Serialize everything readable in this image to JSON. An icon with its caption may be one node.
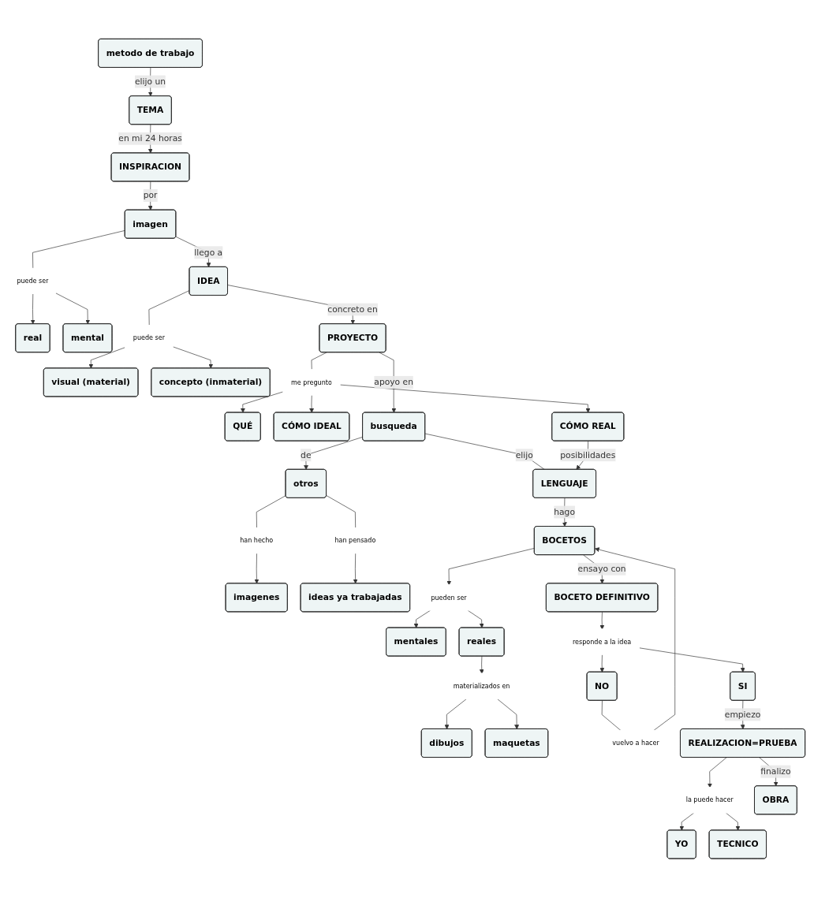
{
  "diagram": {
    "nodes": [
      {
        "text": [
          "metodo de trabajo"
        ]
      },
      {
        "text": [
          "TEMA"
        ]
      },
      {
        "text": [
          "INSPIRACION"
        ]
      },
      {
        "text": [
          "imagen"
        ]
      },
      {
        "text": [
          "puede ser"
        ]
      },
      {
        "text": [
          "real"
        ]
      },
      {
        "text": [
          "mental"
        ]
      },
      {
        "text": [
          "IDEA"
        ]
      },
      {
        "text": [
          "puede ser"
        ]
      },
      {
        "text": [
          "visual (material)"
        ]
      },
      {
        "text": [
          "concepto (inmaterial)"
        ]
      },
      {
        "text": [
          "PROYECTO"
        ]
      },
      {
        "text": [
          "me pregunto"
        ]
      },
      {
        "text": [
          "QUÉ"
        ]
      },
      {
        "text": [
          "CÓMO IDEAL"
        ]
      },
      {
        "text": [
          "CÓMO REAL"
        ]
      },
      {
        "text": [
          "imagenes"
        ]
      },
      {
        "text": [
          "han hecho"
        ]
      },
      {
        "text": [
          "otros"
        ]
      },
      {
        "text": [
          "busqueda"
        ]
      },
      {
        "text": [
          "han pensado"
        ]
      },
      {
        "text": [
          "ideas ya trabajadas"
        ]
      },
      {
        "text": [
          "LENGUAJE"
        ]
      },
      {
        "text": [
          "mentales"
        ]
      },
      {
        "text": [
          "BOCETOS"
        ]
      },
      {
        "text": [
          "pueden ser"
        ]
      },
      {
        "text": [
          "reales"
        ]
      },
      {
        "text": [
          "dibujos"
        ]
      },
      {
        "text": [
          "materializados en"
        ]
      },
      {
        "text": [
          "maquetas"
        ]
      },
      {
        "text": [
          "vuelvo a hacer"
        ]
      },
      {
        "text": [
          "BOCETO DEFINITIVO"
        ]
      },
      {
        "text": [
          "responde a la idea"
        ]
      },
      {
        "text": [
          "NO"
        ]
      },
      {
        "text": [
          "SI"
        ]
      },
      {
        "text": [
          "YO"
        ]
      },
      {
        "text": [
          "REALIZACION=PRUEBA"
        ]
      },
      {
        "text": [
          "la puede hacer"
        ]
      },
      {
        "text": [
          "TECNICO"
        ]
      },
      {
        "text": [
          "OBRA"
        ]
      }
    ],
    "edges": [
      {
        "from": 0,
        "to": 1,
        "arrow": "to",
        "label": "elijo un"
      },
      {
        "from": 1,
        "to": 2,
        "arrow": "to",
        "label": "en mi 24 horas"
      },
      {
        "from": 2,
        "to": 3,
        "arrow": "to",
        "label": "por"
      },
      {
        "from": 3,
        "to": 4,
        "arrow": "none"
      },
      {
        "from": 4,
        "to": 5,
        "arrow": "to"
      },
      {
        "from": 4,
        "to": 6,
        "arrow": "to"
      },
      {
        "from": 3,
        "to": 7,
        "arrow": "to",
        "label": "llego a"
      },
      {
        "from": 7,
        "to": 8,
        "arrow": "none"
      },
      {
        "from": 8,
        "to": 9,
        "arrow": "to"
      },
      {
        "from": 8,
        "to": 10,
        "arrow": "to"
      },
      {
        "from": 7,
        "to": 11,
        "arrow": "to",
        "label": "concreto en"
      },
      {
        "from": 11,
        "to": 12,
        "arrow": "none"
      },
      {
        "from": 12,
        "to": 13,
        "arrow": "to"
      },
      {
        "from": 12,
        "to": 14,
        "arrow": "to"
      },
      {
        "from": 12,
        "to": 15,
        "arrow": "to"
      },
      {
        "from": 11,
        "to": 19,
        "arrow": "to",
        "label": "apoyo en"
      },
      {
        "from": 19,
        "to": 18,
        "arrow": "to",
        "label": "de"
      },
      {
        "from": 18,
        "to": 17,
        "arrow": "none"
      },
      {
        "from": 17,
        "to": 16,
        "arrow": "to"
      },
      {
        "from": 18,
        "to": 20,
        "arrow": "none"
      },
      {
        "from": 20,
        "to": 21,
        "arrow": "to"
      },
      {
        "from": 19,
        "to": 22,
        "arrow": "none",
        "label": "elijo"
      },
      {
        "from": 15,
        "to": 22,
        "arrow": "to",
        "label": "posibilidades"
      },
      {
        "from": 22,
        "to": 24,
        "arrow": "to",
        "label": "hago"
      },
      {
        "from": 24,
        "to": 25,
        "arrow": "to"
      },
      {
        "from": 25,
        "to": 23,
        "arrow": "to"
      },
      {
        "from": 25,
        "to": 26,
        "arrow": "to"
      },
      {
        "from": 26,
        "to": 28,
        "arrow": "to"
      },
      {
        "from": 28,
        "to": 27,
        "arrow": "to"
      },
      {
        "from": 28,
        "to": 29,
        "arrow": "to"
      },
      {
        "from": 24,
        "to": 31,
        "arrow": "to",
        "label": "ensayo con"
      },
      {
        "from": 31,
        "to": 32,
        "arrow": "to"
      },
      {
        "from": 32,
        "to": 33,
        "arrow": "to"
      },
      {
        "from": 32,
        "to": 34,
        "arrow": "to"
      },
      {
        "from": 33,
        "to": 30,
        "arrow": "none"
      },
      {
        "from": 30,
        "to": 24,
        "arrow": "to"
      },
      {
        "from": 34,
        "to": 36,
        "arrow": "to",
        "label": "empiezo"
      },
      {
        "from": 36,
        "to": 37,
        "arrow": "to"
      },
      {
        "from": 37,
        "to": 35,
        "arrow": "to"
      },
      {
        "from": 37,
        "to": 38,
        "arrow": "to"
      },
      {
        "from": 36,
        "to": 39,
        "arrow": "to",
        "label": "finalizo"
      }
    ]
  }
}
